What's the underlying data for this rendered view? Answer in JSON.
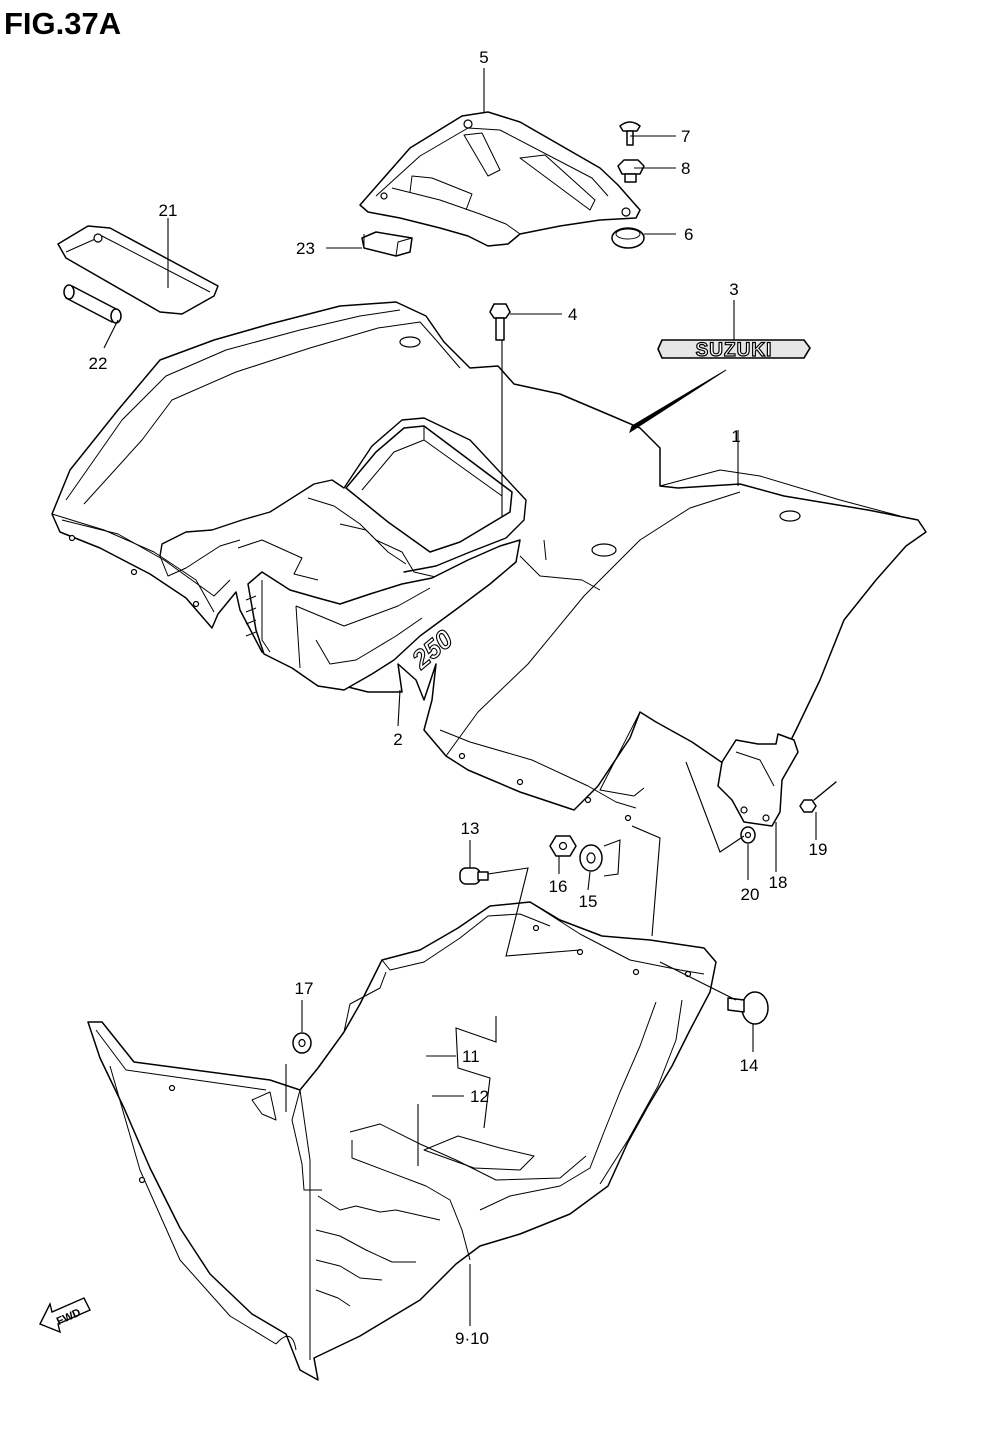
{
  "figure": {
    "title": "FIG.37A"
  },
  "callouts": {
    "p1": "1",
    "p2": "2",
    "p3": "3",
    "p4": "4",
    "p5": "5",
    "p6": "6",
    "p7": "7",
    "p8": "8",
    "p9_10": "9·10",
    "p11": "11",
    "p12": "12",
    "p13": "13",
    "p14": "14",
    "p15": "15",
    "p16": "16",
    "p17": "17",
    "p18": "18",
    "p19": "19",
    "p20": "20",
    "p21": "21",
    "p22": "22",
    "p23": "23"
  },
  "labels": {
    "emblem_text": "SUZUKI",
    "model_mark": "250",
    "forward_arrow": "FWD"
  },
  "colors": {
    "line": "#000000",
    "background": "#ffffff",
    "emblem_fill": "#e6e6e6"
  }
}
